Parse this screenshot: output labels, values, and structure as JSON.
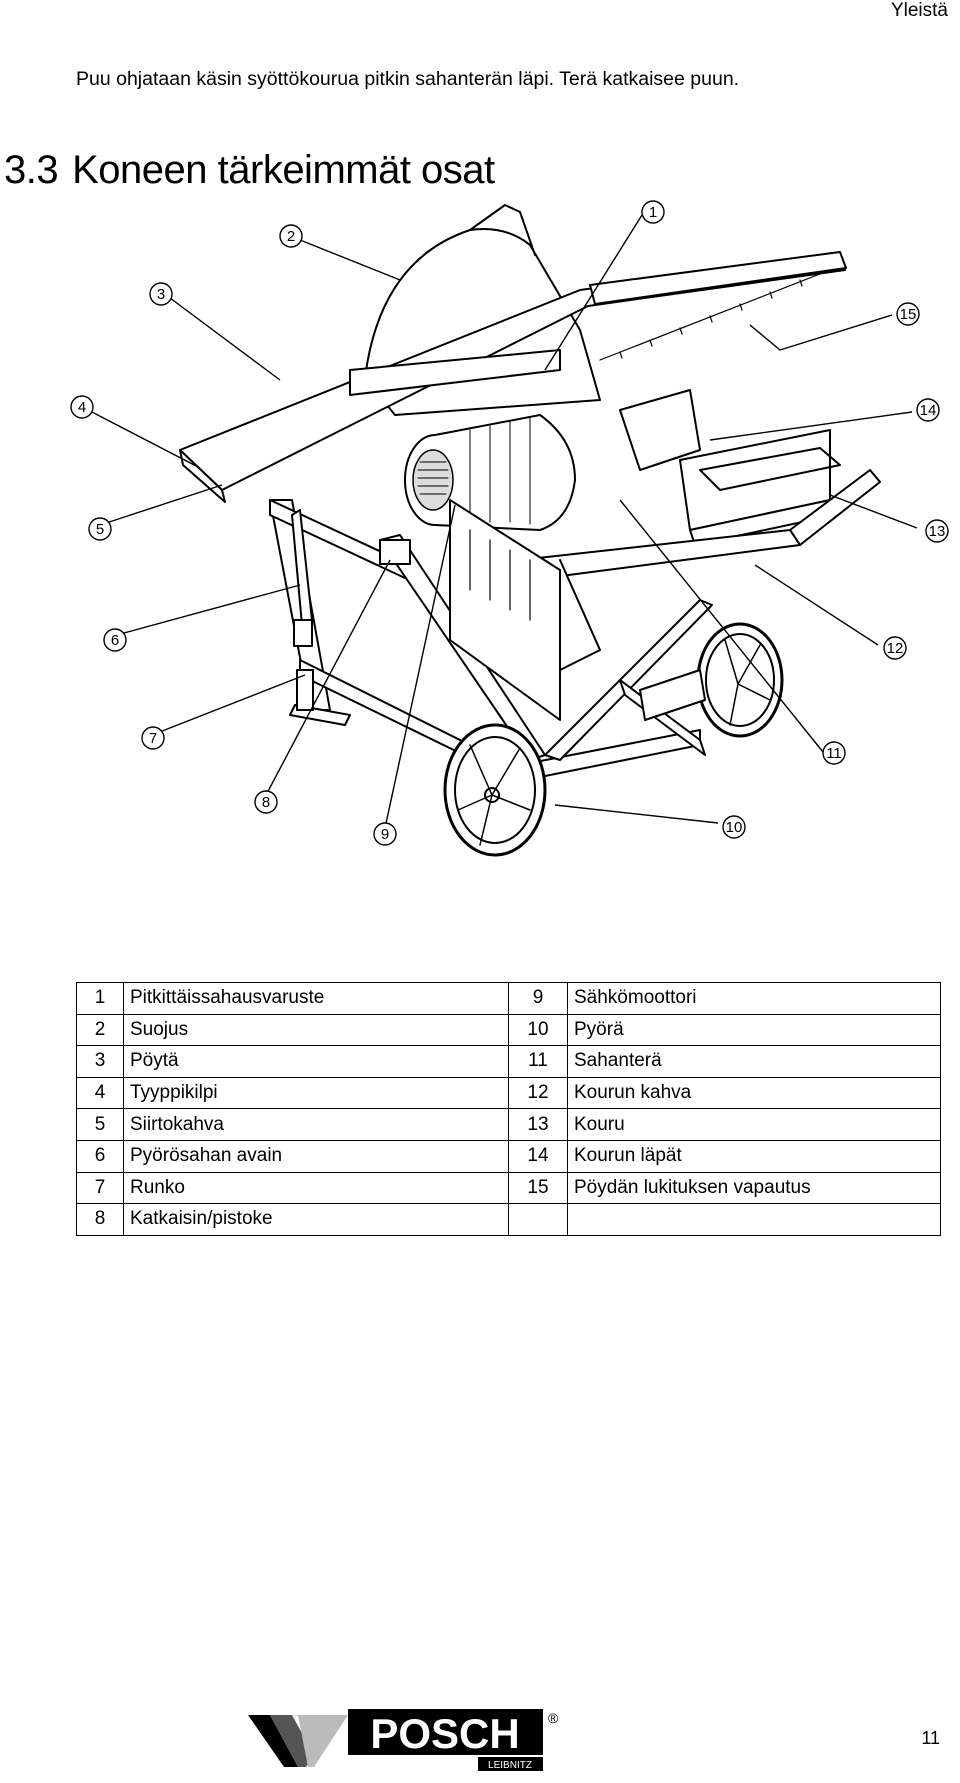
{
  "header": {
    "section": "Yleistä"
  },
  "intro_text": "Puu ohjataan käsin syöttökourua pitkin sahanterän läpi. Terä katkaisee puun.",
  "section": {
    "number": "3.3",
    "title": "Koneen tärkeimmät osat"
  },
  "figure": {
    "callouts": [
      "1",
      "2",
      "3",
      "4",
      "5",
      "6",
      "7",
      "8",
      "9",
      "10",
      "11",
      "12",
      "13",
      "14",
      "15"
    ]
  },
  "parts": [
    {
      "left_num": "1",
      "left_label": "Pitkittäissahausvaruste",
      "right_num": "9",
      "right_label": "Sähkömoottori"
    },
    {
      "left_num": "2",
      "left_label": "Suojus",
      "right_num": "10",
      "right_label": "Pyörä"
    },
    {
      "left_num": "3",
      "left_label": "Pöytä",
      "right_num": "11",
      "right_label": "Sahanterä"
    },
    {
      "left_num": "4",
      "left_label": "Tyyppikilpi",
      "right_num": "12",
      "right_label": "Kourun kahva"
    },
    {
      "left_num": "5",
      "left_label": "Siirtokahva",
      "right_num": "13",
      "right_label": "Kouru"
    },
    {
      "left_num": "6",
      "left_label": "Pyörösahan avain",
      "right_num": "14",
      "right_label": "Kourun läpät"
    },
    {
      "left_num": "7",
      "left_label": "Runko",
      "right_num": "15",
      "right_label": "Pöydän lukituksen vapautus"
    },
    {
      "left_num": "8",
      "left_label": "Katkaisin/pistoke",
      "right_num": "",
      "right_label": ""
    }
  ],
  "footer": {
    "logo_text": "POSCH",
    "logo_subtext": "LEIBNITZ",
    "registered": "®",
    "page_number": "11"
  }
}
